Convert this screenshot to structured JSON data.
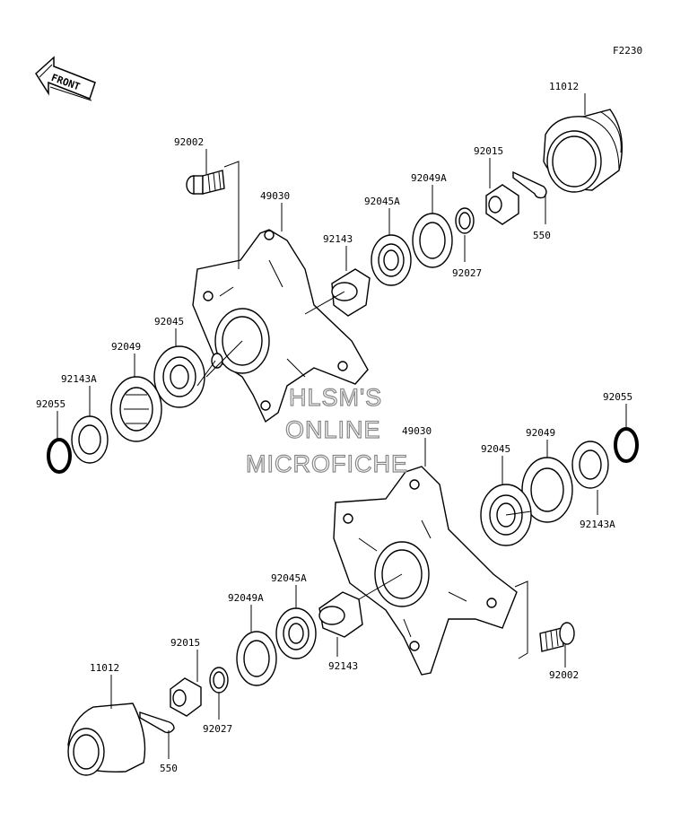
{
  "figure_code": "F2230",
  "front_arrow": {
    "label": "FRONT",
    "icon": "front-direction-arrow-icon"
  },
  "watermark": [
    "HLSM'S",
    "ONLINE",
    "MICROFICHE"
  ],
  "part_labels": [
    "11012",
    "92002",
    "92015",
    "49030",
    "92049A",
    "92045A",
    "92143",
    "550",
    "92027",
    "92045",
    "92049",
    "92143A",
    "92055",
    "92055",
    "49030",
    "92049",
    "92045",
    "92143A",
    "92045A",
    "92049A",
    "92015",
    "92143",
    "11012",
    "92027",
    "550",
    "92002"
  ],
  "colors": {
    "line": "#000000",
    "watermark_outline": "#888888",
    "background": "#ffffff"
  }
}
